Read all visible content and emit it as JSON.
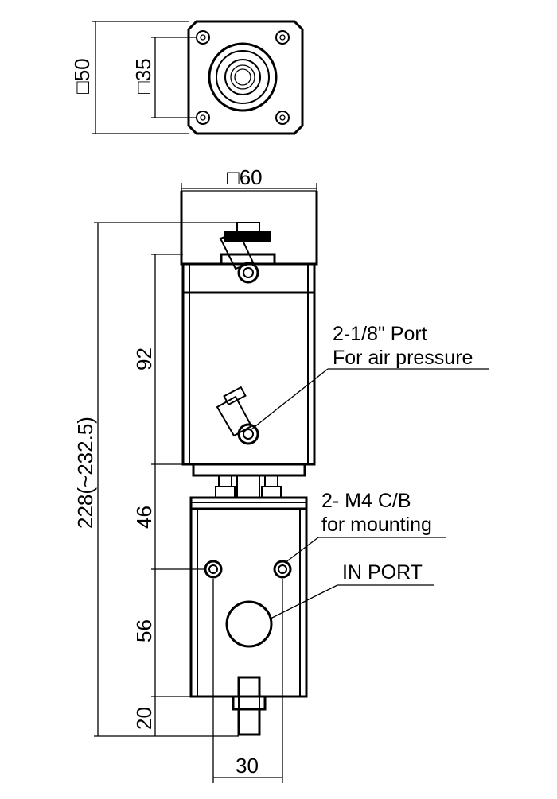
{
  "dimensions": {
    "top_square_outer": "□50",
    "top_square_holes": "□35",
    "body_width": "□60",
    "total_length": "228(~232.5)",
    "upper_body_length": "92",
    "middle_length": "46",
    "lower_body_length": "56",
    "stem_length": "20",
    "stem_width": "30"
  },
  "callouts": {
    "port_line1": "2-1/8\" Port",
    "port_line2": "For air pressure",
    "mount_line1": "2- M4 C/B",
    "mount_line2": "for mounting",
    "in_port": "IN PORT"
  }
}
